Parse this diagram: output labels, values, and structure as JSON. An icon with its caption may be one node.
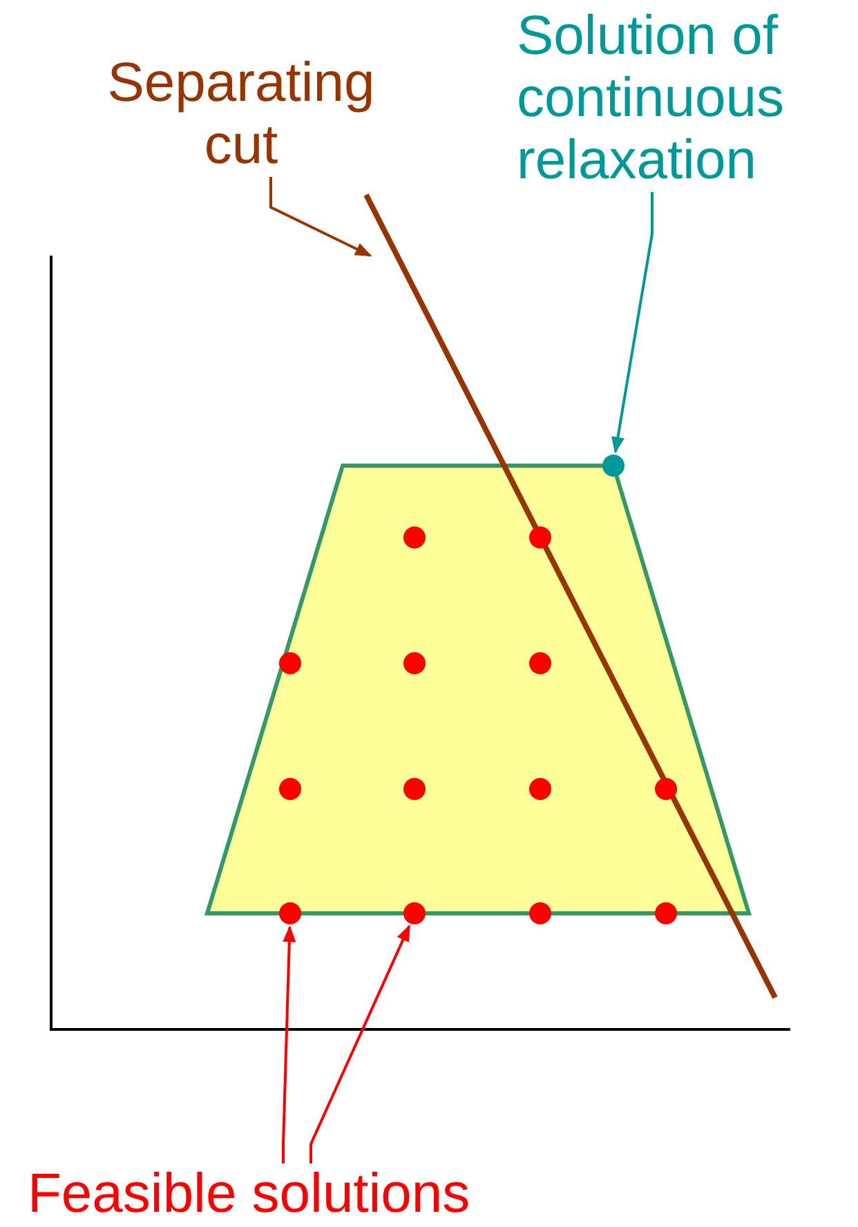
{
  "diagram": {
    "nodes": [
      {
        "text": [
          "Separating cut"
        ]
      },
      {
        "text": [
          "Solution of continuous relaxation"
        ]
      },
      {
        "text": [],
        "shape": "circle"
      },
      {
        "text": [],
        "shape": "circle"
      },
      {
        "text": [],
        "shape": "circle"
      },
      {
        "text": [],
        "shape": "circle"
      },
      {
        "text": [],
        "shape": "circle"
      },
      {
        "text": [],
        "shape": "circle"
      },
      {
        "text": [],
        "shape": "circle"
      },
      {
        "text": [],
        "shape": "circle"
      },
      {
        "text": [],
        "shape": "circle"
      },
      {
        "text": [],
        "shape": "circle"
      },
      {
        "text": [],
        "shape": "circle"
      },
      {
        "text": [],
        "shape": "circle"
      },
      {
        "text": [],
        "shape": "circle"
      },
      {
        "text": [],
        "shape": "circle"
      },
      {
        "text": [
          "Feasible solutions"
        ]
      }
    ],
    "edges": [
      {
        "from": 0,
        "to": null,
        "arrow": "to",
        "color": "#993300"
      },
      {
        "from": 1,
        "to": 2,
        "arrow": "to",
        "color": "#009999"
      },
      {
        "from": 16,
        "to": 12,
        "arrow": "to",
        "color": "#ff0000"
      },
      {
        "from": 16,
        "to": 13,
        "arrow": "to",
        "color": "#ff0000"
      }
    ]
  }
}
